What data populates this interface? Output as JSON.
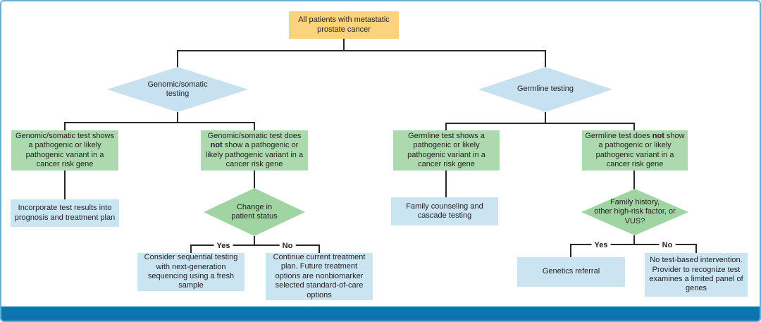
{
  "palette": {
    "yellow_box": "#FBD37E",
    "green_box": "#ACDAAE",
    "green_diamond": "#A0D4A2",
    "blue_box": "#CBE4F2",
    "blue_diamond": "#C7E1F0",
    "accent_bar": "#0B76AD",
    "frame_border": "#66AFDD",
    "connector": "#29272A",
    "text": "#231F20"
  },
  "labels": {
    "yes": "Yes",
    "no": "No"
  },
  "nodes": {
    "root": {
      "text": "All patients with metastatic\nprostate cancer"
    },
    "genomic_diamond": {
      "text": "Genomic/somatic\ntesting"
    },
    "germline_diamond": {
      "text": "Germline testing"
    },
    "genomic_positive": {
      "text": "Genomic/somatic test shows\na pathogenic or likely\npathogenic variant in a\ncancer risk gene"
    },
    "genomic_negative": {
      "pre": "Genomic/somatic test does\n",
      "bold": "not",
      "post": " show a pathogenic or\nlikely pathogenic variant in a\ncancer risk gene"
    },
    "incorporate": {
      "text": "Incorporate test results into\nprognosis and treatment plan"
    },
    "change_diamond": {
      "text": "Change in\npatient status"
    },
    "consider": {
      "text": "Consider sequential testing\nwith next-generation\nsequencing using a fresh\nsample"
    },
    "continue": {
      "text": "Continue current treatment\nplan. Future treatment\noptions are nonbiomarker\nselected standard-of-care\noptions"
    },
    "germline_positive": {
      "text": "Germline test shows a\npathogenic or likely\npathogenic variant in a\ncancer risk gene"
    },
    "germline_negative": {
      "pre": "Germline test does ",
      "bold": "not",
      "post": " show\na pathogenic or likely\npathogenic variant in a\ncancer risk gene"
    },
    "family_counseling": {
      "text": "Family counseling and\ncascade testing"
    },
    "history_diamond": {
      "text": "Family history,\nother high-risk factor, or\nVUS?"
    },
    "genetics_referral": {
      "text": "Genetics referral"
    },
    "no_test": {
      "text": "No test-based intervention.\nProvider to recognize test\nexamines a limited panel of\ngenes"
    }
  }
}
